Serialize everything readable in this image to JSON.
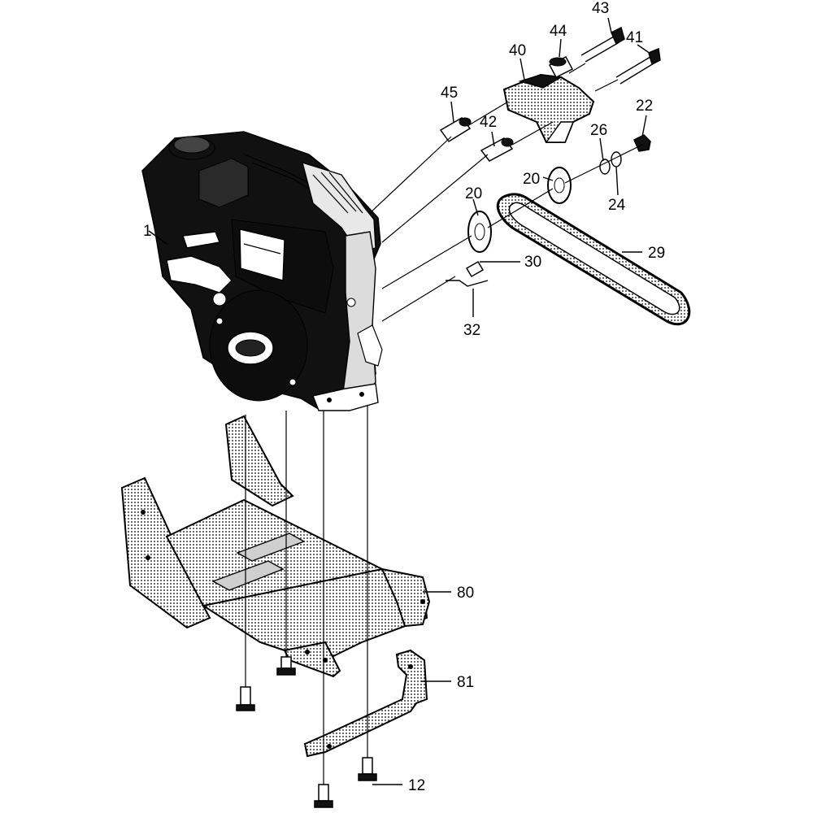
{
  "labels": {
    "p1": "1",
    "p12": "12",
    "p20a": "20",
    "p20b": "20",
    "p22": "22",
    "p24": "24",
    "p26": "26",
    "p29": "29",
    "p30": "30",
    "p32": "32",
    "p40": "40",
    "p41": "41",
    "p42": "42",
    "p43": "43",
    "p44": "44",
    "p45": "45",
    "p80": "80",
    "p81": "81"
  }
}
